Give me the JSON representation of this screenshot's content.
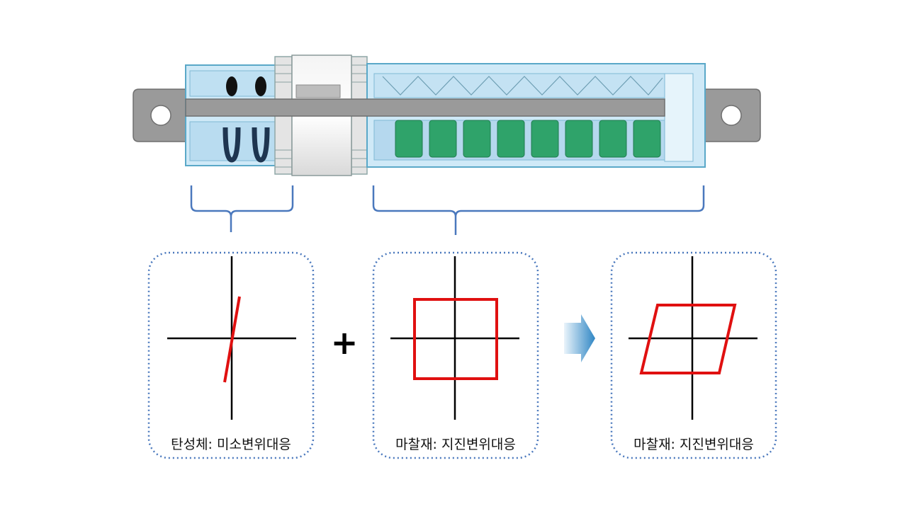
{
  "panels": [
    {
      "caption": "탄성체: 미소변위대응"
    },
    {
      "caption": "마찰재: 지진변위대응"
    },
    {
      "caption": "마찰재: 지진변위대응"
    }
  ],
  "operator_plus": "+",
  "colors": {
    "housing_fill": "#cfe9f7",
    "housing_stroke": "#5aa8c8",
    "metal": "#9a9a9a",
    "rubber": "#2fa36a",
    "bracket": "#4a78bd",
    "panel_border": "#4a78bd",
    "curve": "#e01010",
    "axis": "#000000",
    "arrow": "#2f86c4"
  },
  "icons": {
    "arrow": "right-arrow-icon",
    "plus": "plus-icon"
  }
}
